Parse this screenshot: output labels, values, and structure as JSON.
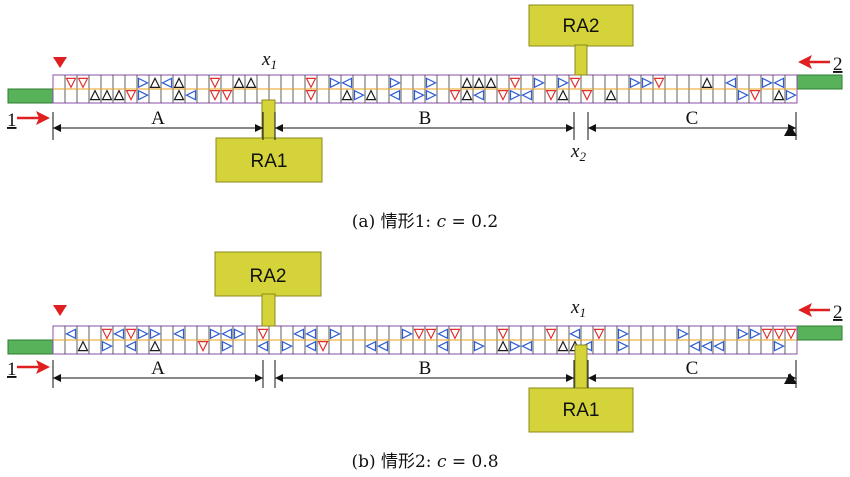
{
  "colors": {
    "lane_border": "#8b4fa8",
    "divider": "#3a3a3a",
    "center_line": "#e7a21c",
    "ra_fill": "#d4d43a",
    "ra_stroke": "#8a8a1a",
    "green": "#58b25a",
    "arrow_red": "#e02020",
    "tri_black": "#1a1a1a",
    "tri_blue": "#2f5dd6",
    "tri_red": "#e03030"
  },
  "icons": [
    "entry-arrow-icon",
    "red-down-triangle-icon",
    "black-up-triangle-icon"
  ],
  "panels": [
    {
      "caption": "(a) 情形1: c = 0.2",
      "caption_prefix": "(a) 情形1: ",
      "caption_var": "c",
      "caption_rest": " = 0.2",
      "ra1_label": "RA1",
      "ra2_label": "RA2",
      "x1_base": "x",
      "x1_sub": "1",
      "x2_base": "x",
      "x2_sub": "2",
      "seg_a": "A",
      "seg_b": "B",
      "seg_c": "C",
      "entry_left": "1",
      "entry_right": "2"
    },
    {
      "caption": "(b) 情形2: c = 0.8",
      "caption_prefix": "(b) 情形2: ",
      "caption_var": "c",
      "caption_rest": " = 0.8",
      "ra1_label": "RA1",
      "ra2_label": "RA2",
      "x1_base": "x",
      "x1_sub": "1",
      "seg_a": "A",
      "seg_b": "B",
      "seg_c": "C",
      "entry_left": "1",
      "entry_right": "2"
    }
  ]
}
